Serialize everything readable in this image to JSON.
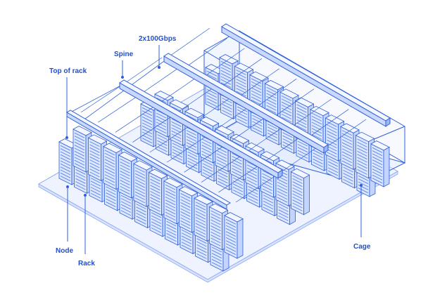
{
  "labels": {
    "top_of_rack": "Top of rack",
    "spine": "Spine",
    "link_speed": "2x100Gbps",
    "node": "Node",
    "rack": "Rack",
    "cage": "Cage"
  },
  "colors": {
    "accent": "#1f4fd1",
    "line": "#2f5fd8",
    "floor": "#eef3ff",
    "rack_face": "#dbe6ff",
    "rack_side": "#c3d4ff",
    "rack_top": "#f4f7ff",
    "unit": "#5b83e6"
  },
  "layout": {
    "cage_count": 1,
    "spine_count": 2,
    "tor_count": 1
  }
}
